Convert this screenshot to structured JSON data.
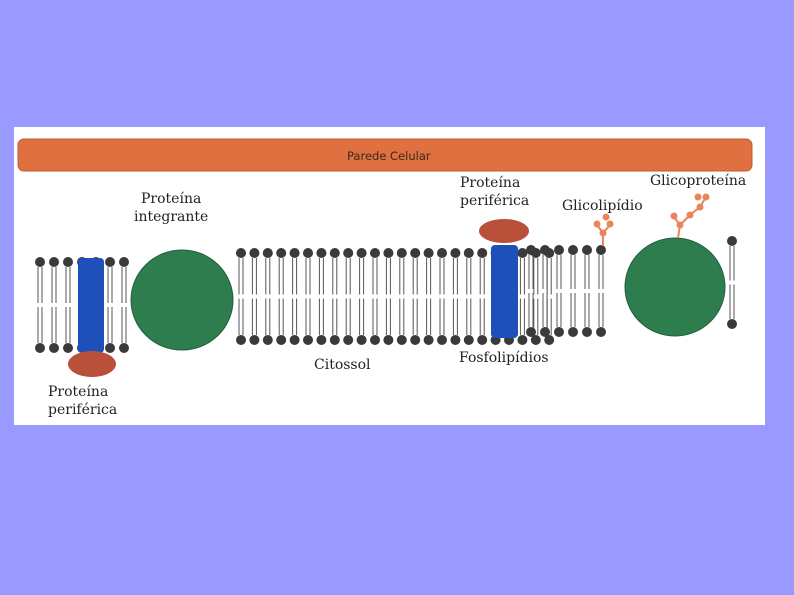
{
  "diagram": {
    "wall_label": "Parede Celular",
    "labels": {
      "integral_protein": [
        "Proteína",
        "integrante"
      ],
      "peripheral_protein_top": [
        "Proteína",
        "periférica"
      ],
      "glycolipid": "Glicolipídio",
      "glycoprotein": "Glicoproteína",
      "peripheral_protein_bottom": [
        "Proteína",
        "periférica"
      ],
      "cytosol": "Citossol",
      "phospholipids": "Fosfolipídios"
    },
    "colors": {
      "background": "#9999ff",
      "wall": "#e0703f",
      "integral_protein": "#2e7d4f",
      "channel_protein": "#1f4fb8",
      "peripheral_protein": "#b8503a",
      "lipid_head": "#3a3a3a",
      "sugar_chain": "#e8855a"
    }
  }
}
